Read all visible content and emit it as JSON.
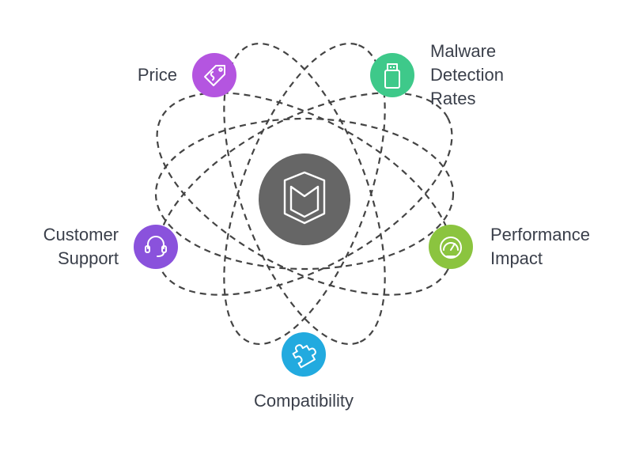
{
  "center": {
    "icon": "shield-icon",
    "color": "#666666"
  },
  "orbit_color": "#444444",
  "nodes": [
    {
      "id": "price",
      "lines": [
        "Price"
      ],
      "icon": "price-tag-icon",
      "color": "#b455e0"
    },
    {
      "id": "malware",
      "lines": [
        "Malware",
        "Detection",
        "Rates"
      ],
      "icon": "usb-drive-icon",
      "color": "#3ec98a"
    },
    {
      "id": "performance",
      "lines": [
        "Performance",
        "Impact"
      ],
      "icon": "speedometer-icon",
      "color": "#8bc43f"
    },
    {
      "id": "compatibility",
      "lines": [
        "Compatibility"
      ],
      "icon": "puzzle-icon",
      "color": "#22aadf"
    },
    {
      "id": "support",
      "lines": [
        "Customer",
        "Support"
      ],
      "icon": "headset-icon",
      "color": "#8a52dc"
    }
  ]
}
